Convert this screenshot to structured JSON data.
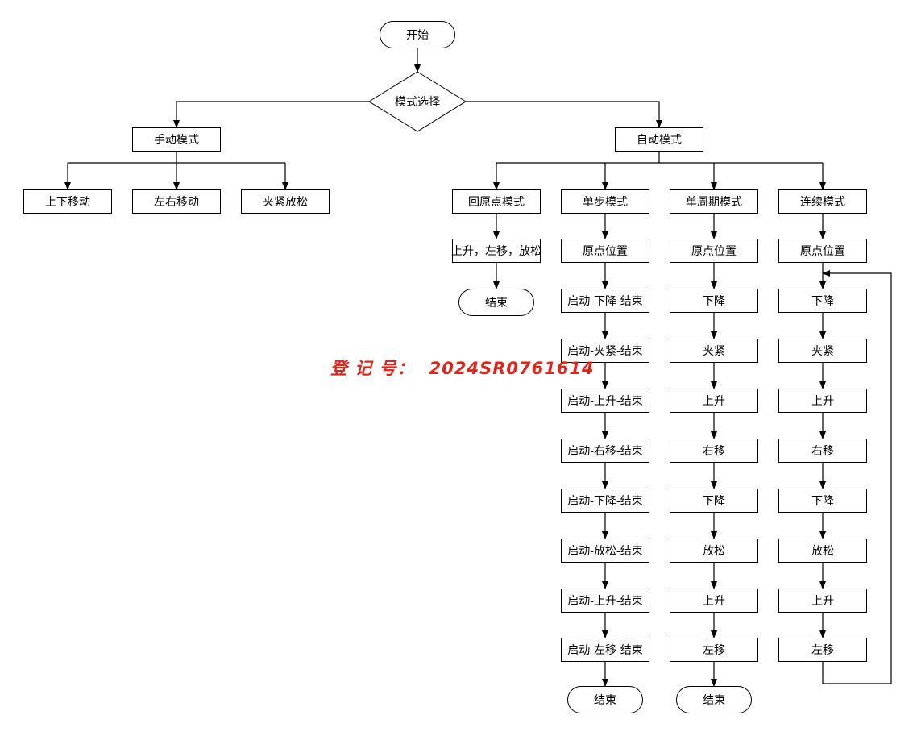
{
  "flowchart": {
    "start": "开始",
    "mode_select": "模式选择",
    "manual": {
      "title": "手动模式",
      "items": [
        "上下移动",
        "左右移动",
        "夹紧放松"
      ]
    },
    "auto": {
      "title": "自动模式",
      "home": {
        "title": "回原点模式",
        "steps": [
          "上升，左移，放松"
        ],
        "end": "结束"
      },
      "single_step": {
        "title": "单步模式",
        "steps": [
          "原点位置",
          "启动-下降-结束",
          "启动-夹紧-结束",
          "启动-上升-结束",
          "启动-右移-结束",
          "启动-下降-结束",
          "启动-放松-结束",
          "启动-上升-结束",
          "启动-左移-结束"
        ],
        "end": "结束"
      },
      "single_cycle": {
        "title": "单周期模式",
        "steps": [
          "原点位置",
          "下降",
          "夹紧",
          "上升",
          "右移",
          "下降",
          "放松",
          "上升",
          "左移"
        ],
        "end": "结束"
      },
      "continuous": {
        "title": "连续模式",
        "steps": [
          "原点位置",
          "下降",
          "夹紧",
          "上升",
          "右移",
          "下降",
          "放松",
          "上升",
          "左移"
        ]
      }
    }
  },
  "watermark": {
    "label": "登 记 号：",
    "number": "2024SR0761614",
    "color": "#e0251b"
  }
}
